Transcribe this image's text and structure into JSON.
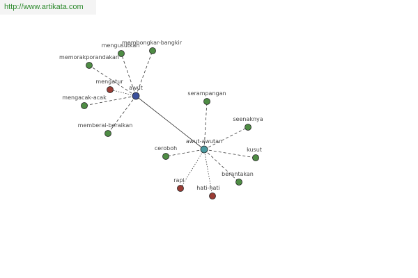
{
  "watermark": {
    "text": "http://www.artikata.com"
  },
  "colors": {
    "hub_primary": "#3a4f9a",
    "hub_secondary": "#4a9aa0",
    "synonym": "#4e8c44",
    "antonym": "#9a3c34"
  },
  "graph": {
    "nodes": [
      {
        "id": "awut",
        "label": "awut",
        "kind": "hub_primary"
      },
      {
        "id": "awut-awutan",
        "label": "awut-awutan",
        "kind": "hub_secondary"
      },
      {
        "id": "membongkar-bangkir",
        "label": "membongkar-bangkir",
        "kind": "synonym"
      },
      {
        "id": "mengusutkan",
        "label": "mengusutkan",
        "kind": "synonym"
      },
      {
        "id": "memorakporandakan",
        "label": "memorakporandakan",
        "kind": "synonym"
      },
      {
        "id": "mengatur",
        "label": "mengatur",
        "kind": "antonym"
      },
      {
        "id": "mengacak-acak",
        "label": "mengacak-acak",
        "kind": "synonym"
      },
      {
        "id": "memberai-beraikan",
        "label": "memberai-beraikan",
        "kind": "synonym"
      },
      {
        "id": "serampangan",
        "label": "serampangan",
        "kind": "synonym"
      },
      {
        "id": "seenaknya",
        "label": "seenaknya",
        "kind": "synonym"
      },
      {
        "id": "ceroboh",
        "label": "ceroboh",
        "kind": "synonym"
      },
      {
        "id": "kusut",
        "label": "kusut",
        "kind": "synonym"
      },
      {
        "id": "berantakan",
        "label": "berantakan",
        "kind": "synonym"
      },
      {
        "id": "rapi",
        "label": "rapi",
        "kind": "antonym"
      },
      {
        "id": "hati-hati",
        "label": "hati-hati",
        "kind": "antonym"
      }
    ],
    "edges": [
      {
        "from": "awut",
        "to": "awut-awutan",
        "style": "solid"
      },
      {
        "from": "awut",
        "to": "membongkar-bangkir",
        "style": "dashed"
      },
      {
        "from": "awut",
        "to": "mengusutkan",
        "style": "dashed"
      },
      {
        "from": "awut",
        "to": "memorakporandakan",
        "style": "dashed"
      },
      {
        "from": "awut",
        "to": "mengatur",
        "style": "dotted"
      },
      {
        "from": "awut",
        "to": "mengacak-acak",
        "style": "dashed"
      },
      {
        "from": "awut",
        "to": "memberai-beraikan",
        "style": "dashed"
      },
      {
        "from": "awut-awutan",
        "to": "serampangan",
        "style": "dashed"
      },
      {
        "from": "awut-awutan",
        "to": "seenaknya",
        "style": "dashed"
      },
      {
        "from": "awut-awutan",
        "to": "ceroboh",
        "style": "dashed"
      },
      {
        "from": "awut-awutan",
        "to": "kusut",
        "style": "dashed"
      },
      {
        "from": "awut-awutan",
        "to": "berantakan",
        "style": "dashed"
      },
      {
        "from": "awut-awutan",
        "to": "rapi",
        "style": "dotted"
      },
      {
        "from": "awut-awutan",
        "to": "hati-hati",
        "style": "dotted"
      }
    ]
  }
}
